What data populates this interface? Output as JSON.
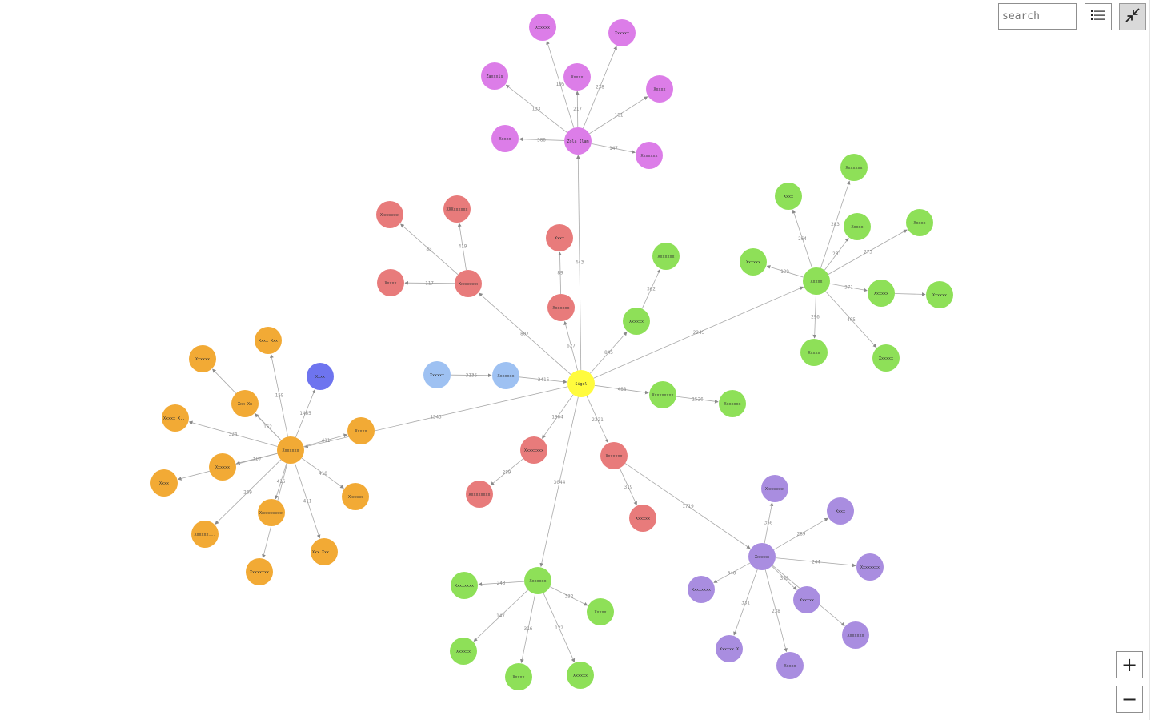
{
  "search": {
    "placeholder": "search"
  },
  "toolbar": {
    "list_icon": "list-icon",
    "collapse_icon": "collapse-icon"
  },
  "zoom": {
    "in_label": "+",
    "out_label": "−"
  },
  "colors": {
    "center": "#fffb3d",
    "magenta": "#dc7de8",
    "red": "#e87b7b",
    "green": "#8ee058",
    "orange": "#f2aa35",
    "blue": "#6e74ef",
    "lightblue": "#9ec1f2",
    "purple": "#a98de0"
  },
  "graph": {
    "nodes": [
      {
        "id": "n0",
        "label": "Sigel",
        "color": "center"
      },
      {
        "id": "m1",
        "label": "Zola Ilam",
        "color": "magenta"
      },
      {
        "id": "m2",
        "label": "Xxxxxx",
        "color": "magenta"
      },
      {
        "id": "m3",
        "label": "Xxxxxx",
        "color": "magenta"
      },
      {
        "id": "m4",
        "label": "Zaxxxis",
        "color": "magenta"
      },
      {
        "id": "m5",
        "label": "Xxxxx",
        "color": "magenta"
      },
      {
        "id": "m6",
        "label": "Xxxxx",
        "color": "magenta"
      },
      {
        "id": "m7",
        "label": "Xxxxx",
        "color": "magenta"
      },
      {
        "id": "m8",
        "label": "Xxxxxxx",
        "color": "magenta"
      },
      {
        "id": "r1",
        "label": "Xxxxxxxx",
        "color": "red"
      },
      {
        "id": "r2",
        "label": "XXXxxxxxx",
        "color": "red"
      },
      {
        "id": "r3",
        "label": "Xxxxxxxx",
        "color": "red"
      },
      {
        "id": "r4",
        "label": "Xxxxx",
        "color": "red"
      },
      {
        "id": "r5",
        "label": "Xxxxxxx",
        "color": "red"
      },
      {
        "id": "r6",
        "label": "Xxxx",
        "color": "red"
      },
      {
        "id": "r7",
        "label": "Xxxxxxxx",
        "color": "red"
      },
      {
        "id": "r8",
        "label": "Xxxxxxxxx",
        "color": "red"
      },
      {
        "id": "r9",
        "label": "Xxxxxxx",
        "color": "red"
      },
      {
        "id": "r10",
        "label": "Xxxxxx",
        "color": "red"
      },
      {
        "id": "g1",
        "label": "Xxxxxx",
        "color": "green"
      },
      {
        "id": "g2",
        "label": "Xxxxxxx",
        "color": "green"
      },
      {
        "id": "g3",
        "label": "Xxxxx",
        "color": "green"
      },
      {
        "id": "g4",
        "label": "Xxxxxxx",
        "color": "green"
      },
      {
        "id": "g5",
        "label": "Xxxx",
        "color": "green"
      },
      {
        "id": "g6",
        "label": "Xxxxx",
        "color": "green"
      },
      {
        "id": "g7",
        "label": "Xxxxx",
        "color": "green"
      },
      {
        "id": "g8",
        "label": "Xxxxxx",
        "color": "green"
      },
      {
        "id": "g9",
        "label": "Xxxxxx",
        "color": "green"
      },
      {
        "id": "g10",
        "label": "Xxxxx",
        "color": "green"
      },
      {
        "id": "g11",
        "label": "Xxxxxx",
        "color": "green"
      },
      {
        "id": "g12",
        "label": "Xxxxxx",
        "color": "green"
      },
      {
        "id": "g13",
        "label": "Xxxxxxxxx",
        "color": "green"
      },
      {
        "id": "g14",
        "label": "Xxxxxxx",
        "color": "green"
      },
      {
        "id": "lb1",
        "label": "Xxxxxx",
        "color": "lightblue"
      },
      {
        "id": "lb2",
        "label": "Xxxxxxx",
        "color": "lightblue"
      },
      {
        "id": "o1",
        "label": "Xxxxxxx",
        "color": "orange"
      },
      {
        "id": "o2",
        "label": "Xxxx Xxx",
        "color": "orange"
      },
      {
        "id": "o3",
        "label": "Xxxxxx",
        "color": "orange"
      },
      {
        "id": "o4",
        "label": "Xxx Xx",
        "color": "orange"
      },
      {
        "id": "o5",
        "label": "Xxxxx X...",
        "color": "orange"
      },
      {
        "id": "o6",
        "label": "Xxxxxx",
        "color": "orange"
      },
      {
        "id": "o7",
        "label": "Xxxx",
        "color": "orange"
      },
      {
        "id": "o8",
        "label": "Xxxxx",
        "color": "orange"
      },
      {
        "id": "o9",
        "label": "Xxxxxx",
        "color": "orange"
      },
      {
        "id": "o10",
        "label": "Xxxxxxxxxx",
        "color": "orange"
      },
      {
        "id": "o11",
        "label": "Xxxxxx...",
        "color": "orange"
      },
      {
        "id": "o12",
        "label": "Xxxxxxxx",
        "color": "orange"
      },
      {
        "id": "o13",
        "label": "Xxx Xxx...",
        "color": "orange"
      },
      {
        "id": "b1",
        "label": "Xxxx",
        "color": "blue"
      },
      {
        "id": "gb1",
        "label": "Xxxxxxx",
        "color": "green"
      },
      {
        "id": "gb2",
        "label": "Xxxxxxxx",
        "color": "green"
      },
      {
        "id": "gb3",
        "label": "Xxxxx",
        "color": "green"
      },
      {
        "id": "gb4",
        "label": "Xxxxxx",
        "color": "green"
      },
      {
        "id": "gb5",
        "label": "Xxxxx",
        "color": "green"
      },
      {
        "id": "gb6",
        "label": "Xxxxxx",
        "color": "green"
      },
      {
        "id": "p1",
        "label": "Xxxxxx",
        "color": "purple"
      },
      {
        "id": "p2",
        "label": "Xxxxxxxx",
        "color": "purple"
      },
      {
        "id": "p3",
        "label": "Xxxx",
        "color": "purple"
      },
      {
        "id": "p4",
        "label": "Xxxxxxxx",
        "color": "purple"
      },
      {
        "id": "p5",
        "label": "Xxxxxxxx",
        "color": "purple"
      },
      {
        "id": "p6",
        "label": "Xxxxxx",
        "color": "purple"
      },
      {
        "id": "p7",
        "label": "Xxxxxxx",
        "color": "purple"
      },
      {
        "id": "p8",
        "label": "Xxxxxx X",
        "color": "purple"
      },
      {
        "id": "p9",
        "label": "Xxxxx",
        "color": "purple"
      }
    ],
    "edges": [
      {
        "from": "n0",
        "to": "m1",
        "label": "443"
      },
      {
        "from": "m1",
        "to": "m2",
        "label": "195"
      },
      {
        "from": "m1",
        "to": "m3",
        "label": "238"
      },
      {
        "from": "m1",
        "to": "m4",
        "label": "133"
      },
      {
        "from": "m1",
        "to": "m5",
        "label": "217"
      },
      {
        "from": "m1",
        "to": "m6",
        "label": "181"
      },
      {
        "from": "m1",
        "to": "m7",
        "label": "386"
      },
      {
        "from": "m1",
        "to": "m8",
        "label": "147"
      },
      {
        "from": "n0",
        "to": "r1",
        "label": "807"
      },
      {
        "from": "r1",
        "to": "r2",
        "label": "419"
      },
      {
        "from": "r1",
        "to": "r3",
        "label": "83"
      },
      {
        "from": "r1",
        "to": "r4",
        "label": "117"
      },
      {
        "from": "n0",
        "to": "r5",
        "label": "627"
      },
      {
        "from": "r5",
        "to": "r6",
        "label": "89"
      },
      {
        "from": "n0",
        "to": "g1",
        "label": "845"
      },
      {
        "from": "g1",
        "to": "g2",
        "label": "362"
      },
      {
        "from": "n0",
        "to": "g3",
        "label": "2245"
      },
      {
        "from": "g3",
        "to": "g4",
        "label": "283"
      },
      {
        "from": "g3",
        "to": "g5",
        "label": "264"
      },
      {
        "from": "g3",
        "to": "g6",
        "label": "201"
      },
      {
        "from": "g3",
        "to": "g7",
        "label": "273"
      },
      {
        "from": "g3",
        "to": "g8",
        "label": "129"
      },
      {
        "from": "g3",
        "to": "g9",
        "label": "371"
      },
      {
        "from": "g3",
        "to": "g10",
        "label": "296"
      },
      {
        "from": "g3",
        "to": "g11",
        "label": "405"
      },
      {
        "from": "g9",
        "to": "g12",
        "label": ""
      },
      {
        "from": "n0",
        "to": "g13",
        "label": "488"
      },
      {
        "from": "g13",
        "to": "g14",
        "label": "1526"
      },
      {
        "from": "lb1",
        "to": "lb2",
        "label": "3135"
      },
      {
        "from": "lb2",
        "to": "n0",
        "label": "3416"
      },
      {
        "from": "n0",
        "to": "o1",
        "label": "1345"
      },
      {
        "from": "o1",
        "to": "o2",
        "label": "159"
      },
      {
        "from": "o1",
        "to": "o3",
        "label": "274"
      },
      {
        "from": "o1",
        "to": "o4",
        "label": "162"
      },
      {
        "from": "o1",
        "to": "o5",
        "label": "324"
      },
      {
        "from": "o1",
        "to": "o6",
        "label": "310"
      },
      {
        "from": "o1",
        "to": "o7",
        "label": ""
      },
      {
        "from": "o1",
        "to": "o8",
        "label": "411"
      },
      {
        "from": "o1",
        "to": "o9",
        "label": "410"
      },
      {
        "from": "o1",
        "to": "o10",
        "label": "416"
      },
      {
        "from": "o1",
        "to": "o11",
        "label": "269"
      },
      {
        "from": "o1",
        "to": "o12",
        "label": ""
      },
      {
        "from": "o1",
        "to": "o13",
        "label": "411"
      },
      {
        "from": "o1",
        "to": "b1",
        "label": "1465"
      },
      {
        "from": "n0",
        "to": "r7",
        "label": "1964"
      },
      {
        "from": "r7",
        "to": "r8",
        "label": "289"
      },
      {
        "from": "n0",
        "to": "r9",
        "label": "2321"
      },
      {
        "from": "r9",
        "to": "r10",
        "label": "319"
      },
      {
        "from": "n0",
        "to": "gb1",
        "label": "3044"
      },
      {
        "from": "gb1",
        "to": "gb2",
        "label": "243"
      },
      {
        "from": "gb1",
        "to": "gb3",
        "label": "332"
      },
      {
        "from": "gb1",
        "to": "gb4",
        "label": "147"
      },
      {
        "from": "gb1",
        "to": "gb5",
        "label": "316"
      },
      {
        "from": "gb1",
        "to": "gb6",
        "label": "122"
      },
      {
        "from": "r9",
        "to": "p1",
        "label": "1719"
      },
      {
        "from": "p1",
        "to": "p2",
        "label": "350"
      },
      {
        "from": "p1",
        "to": "p3",
        "label": "289"
      },
      {
        "from": "p1",
        "to": "p4",
        "label": "244"
      },
      {
        "from": "p1",
        "to": "p5",
        "label": "340"
      },
      {
        "from": "p1",
        "to": "p6",
        "label": "399"
      },
      {
        "from": "p1",
        "to": "p7",
        "label": "291"
      },
      {
        "from": "p1",
        "to": "p8",
        "label": "331"
      },
      {
        "from": "p1",
        "to": "p9",
        "label": "238"
      }
    ]
  }
}
